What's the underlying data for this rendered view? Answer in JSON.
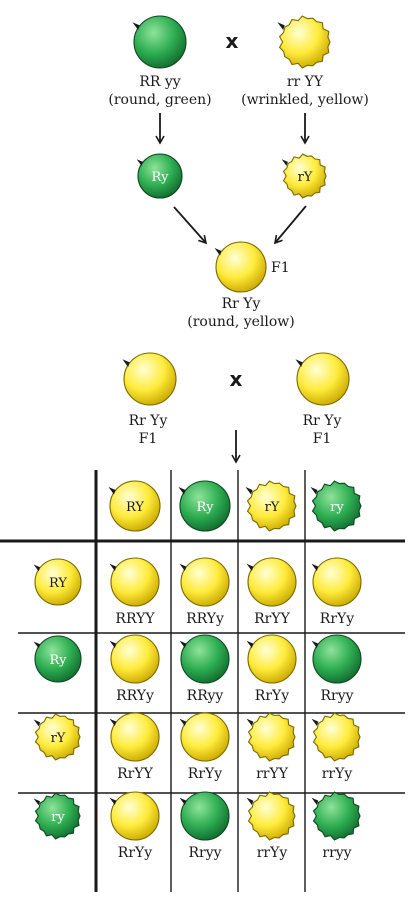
{
  "colors": {
    "green_light": "#8fe39a",
    "green_mid": "#2fae52",
    "green_dark": "#116b2f",
    "yellow_light": "#ffffd6",
    "yellow_mid": "#ffeb3b",
    "yellow_dark": "#c9a800",
    "line": "#1a1a1a"
  },
  "parents": {
    "left": {
      "genotype": "RR yy",
      "phenotype": "(round, green)",
      "seed": "round-green"
    },
    "right": {
      "genotype": "rr YY",
      "phenotype": "(wrinkled, yellow)",
      "seed": "wrinkled-yellow"
    },
    "cross_symbol": "x"
  },
  "parent_gametes": {
    "left": {
      "label": "Ry",
      "seed": "round-green"
    },
    "right": {
      "label": "rY",
      "seed": "wrinkled-yellow"
    }
  },
  "f1": {
    "tag": "F1",
    "genotype": "Rr Yy",
    "phenotype": "(round, yellow)",
    "seed": "round-yellow"
  },
  "f1_cross": {
    "cross_symbol": "x",
    "left": {
      "genotype": "Rr Yy",
      "generation": "F1",
      "seed": "round-yellow"
    },
    "right": {
      "genotype": "Rr Yy",
      "generation": "F1",
      "seed": "round-yellow"
    }
  },
  "punnett": {
    "col_gametes": [
      {
        "label": "RY",
        "seed": "round-yellow"
      },
      {
        "label": "Ry",
        "seed": "round-green"
      },
      {
        "label": "rY",
        "seed": "wrinkled-yellow"
      },
      {
        "label": "ry",
        "seed": "wrinkled-green"
      }
    ],
    "row_gametes": [
      {
        "label": "RY",
        "seed": "round-yellow"
      },
      {
        "label": "Ry",
        "seed": "round-green"
      },
      {
        "label": "rY",
        "seed": "wrinkled-yellow"
      },
      {
        "label": "ry",
        "seed": "wrinkled-green"
      }
    ],
    "cells": [
      [
        {
          "genotype": "RRYY",
          "seed": "round-yellow"
        },
        {
          "genotype": "RRYy",
          "seed": "round-yellow"
        },
        {
          "genotype": "RrYY",
          "seed": "round-yellow"
        },
        {
          "genotype": "RrYy",
          "seed": "round-yellow"
        }
      ],
      [
        {
          "genotype": "RRYy",
          "seed": "round-yellow"
        },
        {
          "genotype": "RRyy",
          "seed": "round-green"
        },
        {
          "genotype": "RrYy",
          "seed": "round-yellow"
        },
        {
          "genotype": "Rryy",
          "seed": "round-green"
        }
      ],
      [
        {
          "genotype": "RrYY",
          "seed": "round-yellow"
        },
        {
          "genotype": "RrYy",
          "seed": "round-yellow"
        },
        {
          "genotype": "rrYY",
          "seed": "wrinkled-yellow"
        },
        {
          "genotype": "rrYy",
          "seed": "wrinkled-yellow"
        }
      ],
      [
        {
          "genotype": "RrYy",
          "seed": "round-yellow"
        },
        {
          "genotype": "Rryy",
          "seed": "round-green"
        },
        {
          "genotype": "rrYy",
          "seed": "wrinkled-yellow"
        },
        {
          "genotype": "rryy",
          "seed": "wrinkled-green"
        }
      ]
    ]
  }
}
